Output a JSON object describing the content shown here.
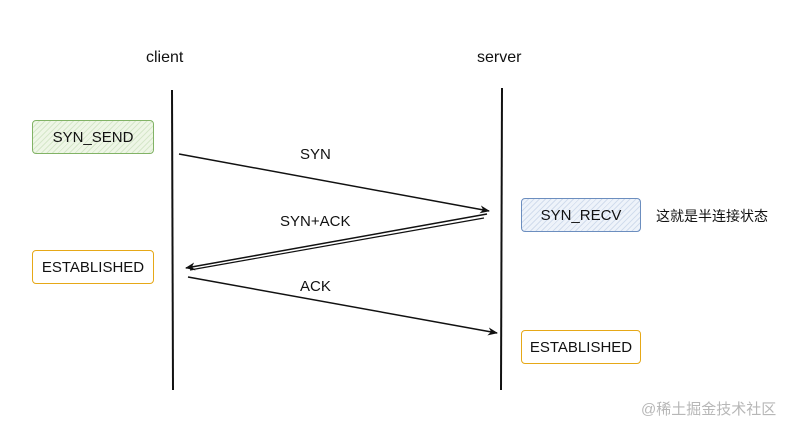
{
  "actors": {
    "client": "client",
    "server": "server"
  },
  "states": {
    "client_initial": "SYN_SEND",
    "client_final": "ESTABLISHED",
    "server_middle": "SYN_RECV",
    "server_final": "ESTABLISHED"
  },
  "messages": {
    "syn": "SYN",
    "syn_ack": "SYN+ACK",
    "ack": "ACK"
  },
  "annotation": "这就是半连接状态",
  "watermark": "@稀土掘金技术社区",
  "colors": {
    "green_border": "#82b366",
    "blue_border": "#6c8ebf",
    "orange_border": "#e6a817",
    "line": "#111111"
  }
}
